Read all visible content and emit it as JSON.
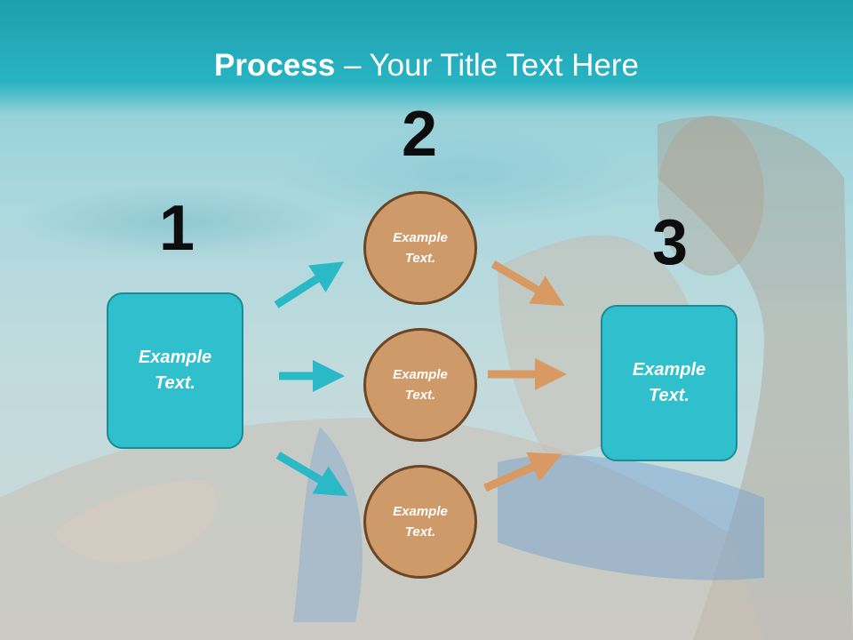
{
  "title": {
    "strong": "Process",
    "rest": " – Your Title Text Here"
  },
  "steps": [
    {
      "number": "1",
      "label": "Example\nText."
    },
    {
      "number": "2",
      "label": "Example\nText."
    },
    {
      "number": "3",
      "label": "Example\nText."
    }
  ],
  "circles": [
    {
      "label": "Example\nText."
    },
    {
      "label": "Example\nText."
    },
    {
      "label": "Example\nText."
    }
  ],
  "colors": {
    "header": "#27b3c2",
    "teal_box": "#2fbfcd",
    "circle": "#cf9a69",
    "circle_border": "#6b4524",
    "teal_arrow": "#2bb8c7",
    "tan_arrow": "#d89a62"
  }
}
